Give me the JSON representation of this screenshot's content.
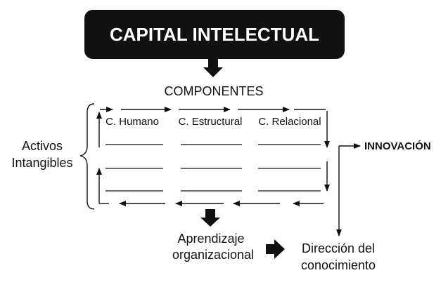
{
  "title": "CAPITAL INTELECTUAL",
  "components_label": "COMPONENTES",
  "components": [
    "C. Humano",
    "C. Estructural",
    "C. Relacional"
  ],
  "left_label": [
    "Activos",
    "Intangibles"
  ],
  "innovation_label": "INNOVACIÓN",
  "learning_label": [
    "Aprendizaje",
    "organizacional"
  ],
  "knowledge_label": [
    "Dirección del",
    "conocimiento"
  ],
  "colors": {
    "ink": "#111111",
    "background": "#ffffff",
    "title_text": "#ffffff"
  }
}
